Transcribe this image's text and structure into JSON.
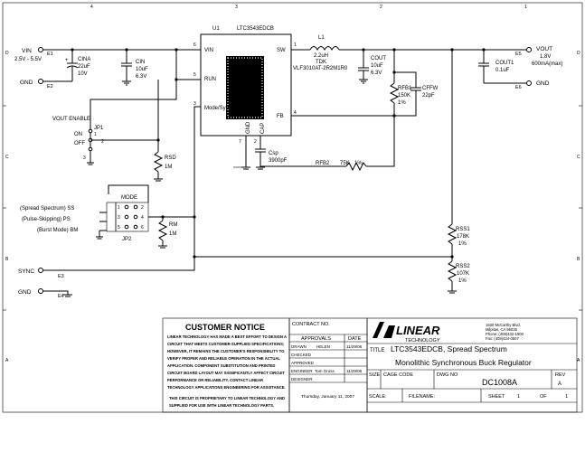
{
  "border": {
    "rows_left": [
      "A",
      "B",
      "C",
      "D"
    ],
    "cols_top": [
      "4",
      "3",
      "2",
      "1"
    ]
  },
  "ic": {
    "ref": "U1",
    "part": "LTC3543EDCB",
    "pins": {
      "vin_num": "6",
      "vin": "VIN",
      "run_num": "5",
      "run": "RUN",
      "mode_num": "3",
      "mode": "Mode/Sync",
      "sw_num": "1",
      "sw": "SW",
      "fb_num": "4",
      "fb": "FB",
      "gnd_num": "7",
      "gnd": "GND",
      "cap_num": "2",
      "cap": "CAP"
    }
  },
  "ports": {
    "vin": {
      "label": "VIN",
      "ref": "E1",
      "value": "2.5V - 5.5V"
    },
    "gnd_left": {
      "label": "GND",
      "ref": "E2"
    },
    "vout": {
      "label": "VOUT",
      "ref": "E5",
      "value1": "1.8V",
      "value2": "600mA(max)"
    },
    "gnd_right": {
      "label": "GND",
      "ref": "E6"
    },
    "sync": {
      "label": "SYNC",
      "ref": "E3"
    },
    "gnd_bottom": {
      "label": "GND",
      "ref": "E4"
    }
  },
  "components": {
    "cina": {
      "ref": "CINA",
      "v1": "22uF",
      "v2": "10V",
      "plus": "+"
    },
    "cin": {
      "ref": "CIN",
      "v1": "10uF",
      "v2": "6.3V"
    },
    "l1": {
      "ref": "L1",
      "v1": "2.2uH",
      "v2": "TDK",
      "v3": "VLF3010AT-2R2M1R0"
    },
    "cout": {
      "ref": "COUT",
      "v1": "10uF",
      "v2": "6.3V"
    },
    "cout1": {
      "ref": "COUT1",
      "v1": "0.1uF"
    },
    "rfb1": {
      "ref": "RFB1",
      "v1": "150K",
      "v2": "1%"
    },
    "cffw": {
      "ref": "CFFW",
      "v1": "22pF"
    },
    "rfb2": {
      "ref": "RFB2",
      "v1": "75K",
      "v2": "1%"
    },
    "csp": {
      "ref": "Csp",
      "v1": "3900pF"
    },
    "rsd": {
      "ref": "RSD",
      "v1": "1M"
    },
    "rm": {
      "ref": "RM",
      "v1": "1M"
    },
    "rss1": {
      "ref": "RSS1",
      "v1": "178K",
      "v2": "1%"
    },
    "rss2": {
      "ref": "RSS2",
      "v1": "107K",
      "v2": "1%"
    }
  },
  "jp1": {
    "title": "VOUT ENABLE",
    "ref": "JP1",
    "on": "ON",
    "off": "OFF",
    "p1": "1",
    "p2": "2",
    "p3": "3"
  },
  "jp2": {
    "title": "MODE",
    "ref": "JP2",
    "ss": "(Spread Spectrum) SS",
    "ps": "(Pulse-Skipping) PS",
    "bm": "(Burst Mode) BM",
    "p1": "1",
    "p2": "2",
    "p3": "3",
    "p4": "4",
    "p5": "5",
    "p6": "6"
  },
  "notice": {
    "title": "CUSTOMER NOTICE",
    "lines": [
      "LINEAR TECHNOLOGY HAS MADE A BEST EFFORT TO DESIGN A",
      "CIRCUIT THAT MEETS CUSTOMER-SUPPLIED SPECIFICATIONS;",
      "HOWEVER, IT REMAINS THE CUSTOMER'S RESPONSIBILITY TO",
      "VERIFY PROPER AND RELIABLE OPERATION IN THE ACTUAL",
      "APPLICATION. COMPONENT SUBSTITUTION AND PRINTED",
      "CIRCUIT BOARD LAYOUT MAY SIGNIFICANTLY AFFECT CIRCUIT",
      "PERFORMANCE OR RELIABILITY. CONTACT LINEAR",
      "TECHNOLOGY APPLICATIONS ENGINEERING FOR ASSISTANCE."
    ],
    "footer1": "THIS CIRCUIT IS PROPRIETARY TO LINEAR TECHNOLOGY AND",
    "footer2": "SUPPLIED FOR USE WITH LINEAR TECHNOLOGY PARTS."
  },
  "approvals": {
    "contract": "CONTRACT NO.",
    "header": "APPROVALS",
    "date": "DATE",
    "drawn": "DRAWN",
    "drawn_name": "HELEN",
    "drawn_date": "11/29/06",
    "checked": "CHECKED",
    "approved": "APPROVED",
    "engineer": "ENGINEER",
    "engineer_name": "Tom Gross",
    "engineer_date": "11/29/06",
    "designer": "DESIGNER",
    "footer_date": "Thursday, January 11, 2007"
  },
  "company": {
    "logo": "LINEAR",
    "logo_sub": "TECHNOLOGY",
    "addr1": "1630 McCarthy Blvd.",
    "addr2": "Milpitas, CA 95035",
    "addr3": "Phone: (408)432-1900",
    "addr4": "Fax: (408)434-0507"
  },
  "titleblock": {
    "title_label": "TITLE",
    "title1": "LTC3543EDCB,  Spread Spectrum",
    "title2": "Monolithic Synchronous Buck Regulator",
    "size_label": "SIZE",
    "cage_label": "CAGE CODE",
    "dwg_label": "DWG NO",
    "dwg": "DC1008A",
    "rev_label": "REV",
    "rev": "A",
    "scale_label": "SCALE:",
    "filename_label": "FILENAME:",
    "sheet_label": "SHEET",
    "sheet": "1",
    "of_label": "OF",
    "sheets": "1"
  }
}
